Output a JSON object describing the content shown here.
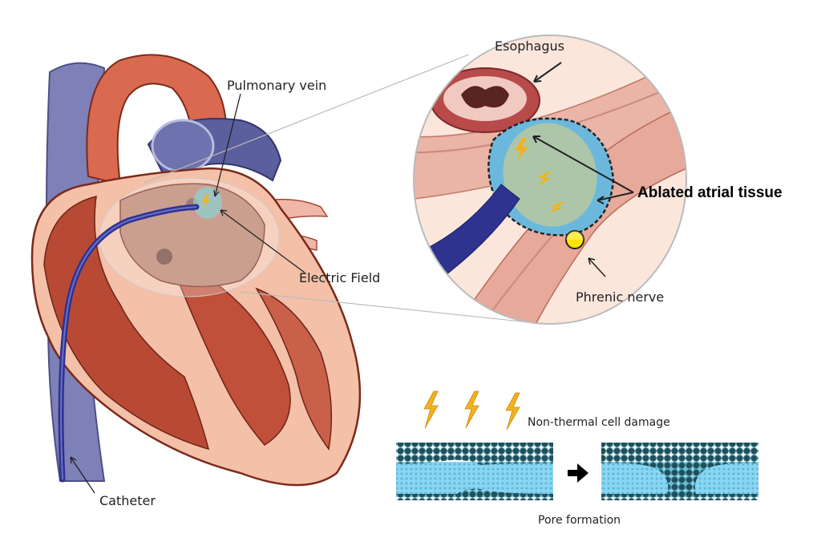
{
  "labels": {
    "pulmonary_vein": "Pulmonary vein",
    "electric_field": "Electric Field",
    "catheter": "Catheter",
    "esophagus": "Esophagus",
    "ablated_tissue": "Ablated atrial tissue",
    "phrenic_nerve": "Phrenic nerve",
    "non_thermal": "Non-thermal cell damage",
    "pore_formation": "Pore formation"
  },
  "colors": {
    "heart_muscle": "#c0503a",
    "heart_light": "#f2b8a0",
    "vein_purple": "#7e80b8",
    "catheter": "#2e3390",
    "ablation_blue": "#6cb8dc",
    "lightning": "#f2b21d",
    "nerve": "#ffe400",
    "membrane_dark": "#1f4f5c",
    "membrane_light": "#7fd0ee"
  }
}
